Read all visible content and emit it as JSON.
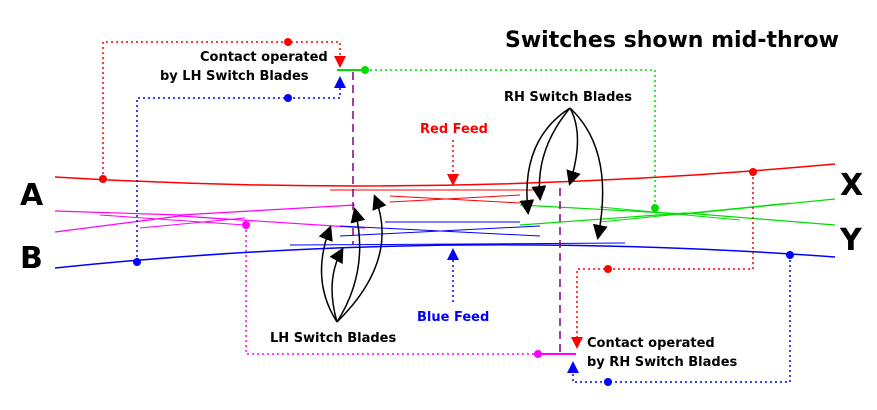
{
  "title": "Switches shown mid-throw",
  "labels": {
    "a": "A",
    "b": "B",
    "x": "X",
    "y": "Y"
  },
  "contact_lh": {
    "line1": "Contact operated",
    "line2": "by LH Switch Blades"
  },
  "contact_rh": {
    "line1": "Contact operated",
    "line2": "by RH Switch Blades"
  },
  "rh_blades": "RH Switch Blades",
  "lh_blades": "LH Switch Blades",
  "red_feed": "Red Feed",
  "blue_feed": "Blue Feed",
  "colors": {
    "red": "#ff0000",
    "blue": "#0000ff",
    "green": "#00dd00",
    "magenta": "#ff00ff",
    "purple": "#800080",
    "black": "#000000"
  }
}
